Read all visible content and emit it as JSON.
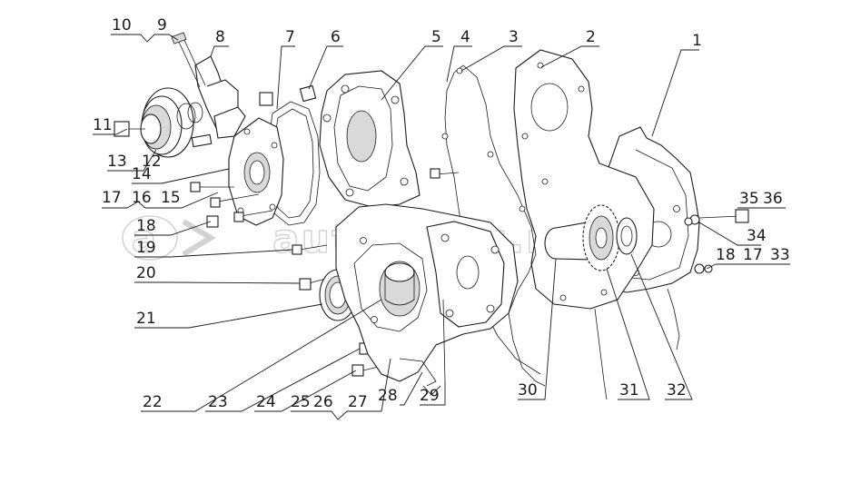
{
  "diagram": {
    "callouts": [
      "1",
      "2",
      "3",
      "4",
      "5",
      "6",
      "7",
      "8",
      "9",
      "10",
      "11",
      "12",
      "13",
      "14",
      "15",
      "16",
      "17",
      "18",
      "19",
      "20",
      "21",
      "22",
      "23",
      "24",
      "25",
      "26",
      "27",
      "28",
      "29",
      "30",
      "31",
      "32",
      "33",
      "34",
      "35",
      "36"
    ],
    "watermark_text": "autoparts.ru"
  }
}
